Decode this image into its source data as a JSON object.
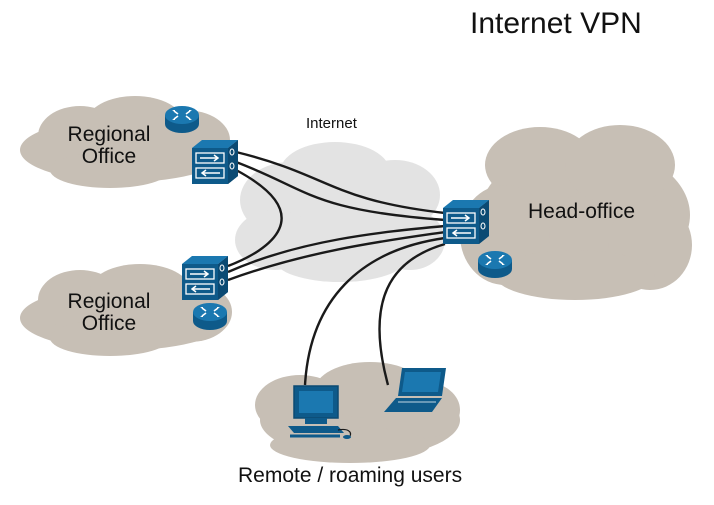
{
  "title": "Internet VPN",
  "internet_label": "Internet",
  "sites": {
    "regional_office_top": {
      "line1": "Regional",
      "line2": "Office"
    },
    "regional_office_bottom": {
      "line1": "Regional",
      "line2": "Office"
    },
    "head_office": "Head-office",
    "remote_users": "Remote / roaming users"
  },
  "colors": {
    "site_cloud": "#c7bfb5",
    "internet_cloud": "#e3e3e3",
    "device_blue": "#0e5a8a",
    "link": "#1a1a1a"
  },
  "icons": [
    "router-icon",
    "firewall-icon",
    "desktop-computer-icon",
    "laptop-icon"
  ]
}
